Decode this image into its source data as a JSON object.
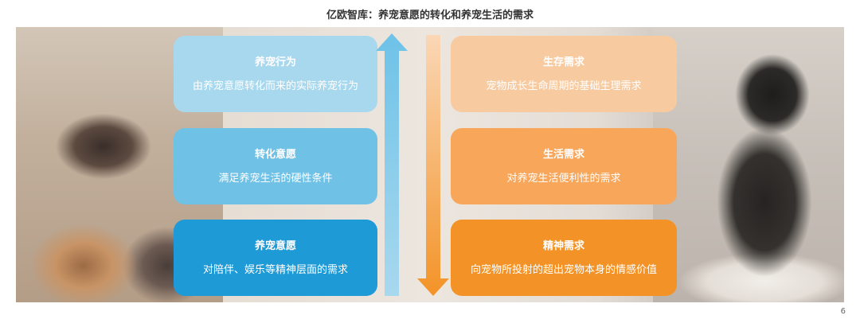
{
  "title": "亿欧智库：养宠意愿的转化和养宠生活的需求",
  "left_cards": [
    {
      "title": "养宠行为",
      "desc": "由养宠意愿转化而来的实际养宠行为"
    },
    {
      "title": "转化意愿",
      "desc": "满足养宠生活的硬性条件"
    },
    {
      "title": "养宠意愿",
      "desc": "对陪伴、娱乐等精神层面的需求"
    }
  ],
  "right_cards": [
    {
      "title": "生存需求",
      "desc": "宠物成长生命周期的基础生理需求"
    },
    {
      "title": "生活需求",
      "desc": "对养宠生活便利性的需求"
    },
    {
      "title": "精神需求",
      "desc": "向宠物所投射的超出宠物本身的情感价值"
    }
  ],
  "page_number": "6",
  "colors": {
    "blue_light": "#a8d8ee",
    "blue_mid": "#6fc1e6",
    "blue_dark": "#1e9ad6",
    "orange_light": "#f7caa0",
    "orange_mid": "#f7a65a",
    "orange_dark": "#f39327"
  }
}
